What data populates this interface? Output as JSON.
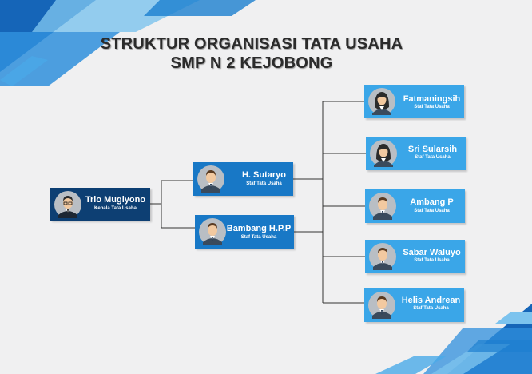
{
  "title": {
    "line1": "STRUKTUR ORGANISASI TATA USAHA",
    "line2": "SMP N 2 KEJOBONG"
  },
  "head": {
    "name": "Trio Mugiyono",
    "role": "Kepala Tata Usaha",
    "avatar": "man-suit-glasses-icon"
  },
  "level2": [
    {
      "name": "H. Sutaryo",
      "role": "Staf Tata Usaha",
      "avatar": "man-suit-icon"
    },
    {
      "name": "Bambang H.P.P",
      "role": "Staf Tata Usaha",
      "avatar": "man-suit-icon"
    }
  ],
  "level3": [
    {
      "name": "Fatmaningsih",
      "role": "Staf Tata Usaha",
      "avatar": "woman-icon"
    },
    {
      "name": "Sri Sularsih",
      "role": "Staf Tata Usaha",
      "avatar": "woman-icon"
    },
    {
      "name": "Ambang P",
      "role": "Staf Tata Usaha",
      "avatar": "man-suit-icon"
    },
    {
      "name": "Sabar Waluyo",
      "role": "Staf Tata Usaha",
      "avatar": "man-suit-icon"
    },
    {
      "name": "Helis Andrean",
      "role": "Staf Tata Usaha",
      "avatar": "man-suit-icon"
    }
  ],
  "colors": {
    "head_box": "#0d3f73",
    "level2_box": "#1878c6",
    "level3_box": "#3aa6e8",
    "connector": "#333333",
    "accent_blue": "#1e88d6"
  }
}
